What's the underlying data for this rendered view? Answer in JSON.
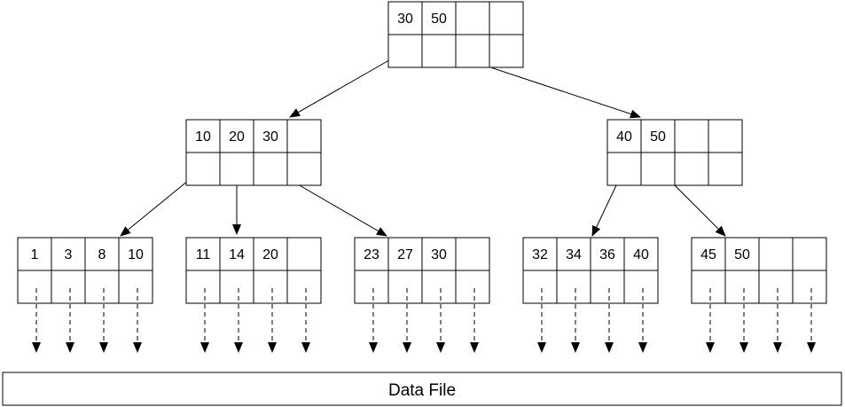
{
  "root": {
    "keys": [
      "30",
      "50",
      "",
      ""
    ]
  },
  "internal": [
    {
      "keys": [
        "10",
        "20",
        "30",
        ""
      ]
    },
    {
      "keys": [
        "40",
        "50",
        "",
        ""
      ]
    }
  ],
  "leaves": [
    {
      "keys": [
        "1",
        "3",
        "8",
        "10"
      ]
    },
    {
      "keys": [
        "11",
        "14",
        "20",
        ""
      ]
    },
    {
      "keys": [
        "23",
        "27",
        "30",
        ""
      ]
    },
    {
      "keys": [
        "32",
        "34",
        "36",
        "40"
      ]
    },
    {
      "keys": [
        "45",
        "50",
        "",
        ""
      ]
    }
  ],
  "data_file": {
    "label": "Data File"
  }
}
